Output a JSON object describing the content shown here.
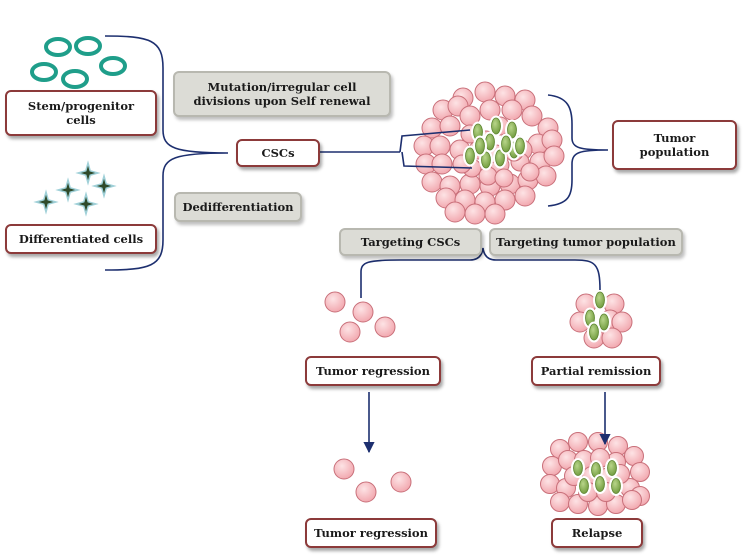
{
  "labels": {
    "stem_cells": "Stem/progenitor cells",
    "differentiated_cells": "Differentiated cells",
    "mutation": "Mutation/irregular cell divisions upon Self renewal",
    "dedifferentiation": "Dedifferentiation",
    "cscs": "CSCs",
    "tumor_population": "Tumor population",
    "targeting_cscs": "Targeting CSCs",
    "targeting_tumor_population": "Targeting tumor population",
    "tumor_regression_1": "Tumor regression",
    "partial_remission": "Partial remission",
    "tumor_regression_2": "Tumor regression",
    "relapse": "Relapse"
  },
  "colors": {
    "box_border": "#8c3a3a",
    "grey_box_fill": "#dcdcd6",
    "tumor_cell_fill": "#f4b3b8",
    "tumor_cell_stroke": "#c9707a",
    "csc_fill": "#8fb55a",
    "stem_cell_ring": "#1f9e8a",
    "connector": "#1d2f6f"
  }
}
